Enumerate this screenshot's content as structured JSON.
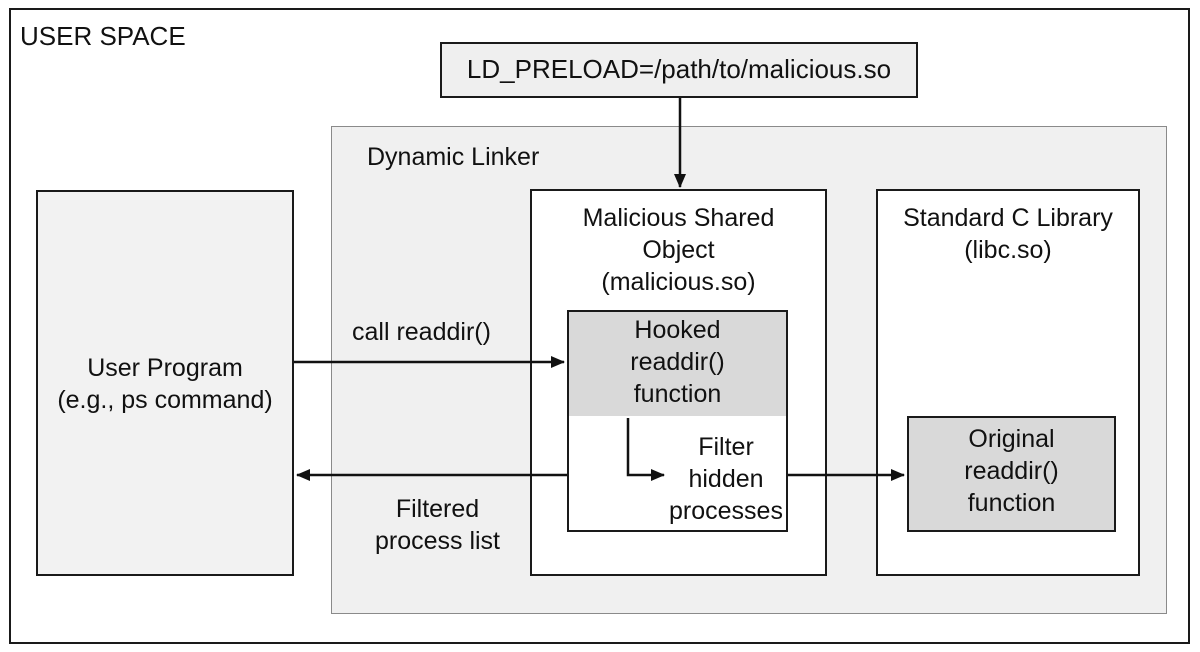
{
  "user_space": {
    "title": "USER SPACE"
  },
  "env_var": {
    "text": "LD_PRELOAD=/path/to/malicious.so"
  },
  "dynamic_linker": {
    "title": "Dynamic Linker"
  },
  "user_program": {
    "line1": "User Program",
    "line2": "(e.g., ps command)"
  },
  "malicious_so": {
    "line1": "Malicious Shared",
    "line2": "Object",
    "line3": "(malicious.so)",
    "hooked": {
      "line1": "Hooked",
      "line2": "readdir()",
      "line3": "function"
    },
    "filter": {
      "line1": "Filter",
      "line2": "hidden",
      "line3": "processes"
    }
  },
  "libc": {
    "line1": "Standard C Library",
    "line2": "(libc.so)",
    "original": {
      "line1": "Original",
      "line2": "readdir()",
      "line3": "function"
    }
  },
  "edges": {
    "call_label": "call readdir()",
    "return_label_line1": "Filtered",
    "return_label_line2": "process list"
  },
  "colors": {
    "border": "#1a1a1a",
    "linker_fill": "#f0f0f0",
    "gray_fill": "#d9d9d9",
    "env_fill": "#efefef"
  }
}
